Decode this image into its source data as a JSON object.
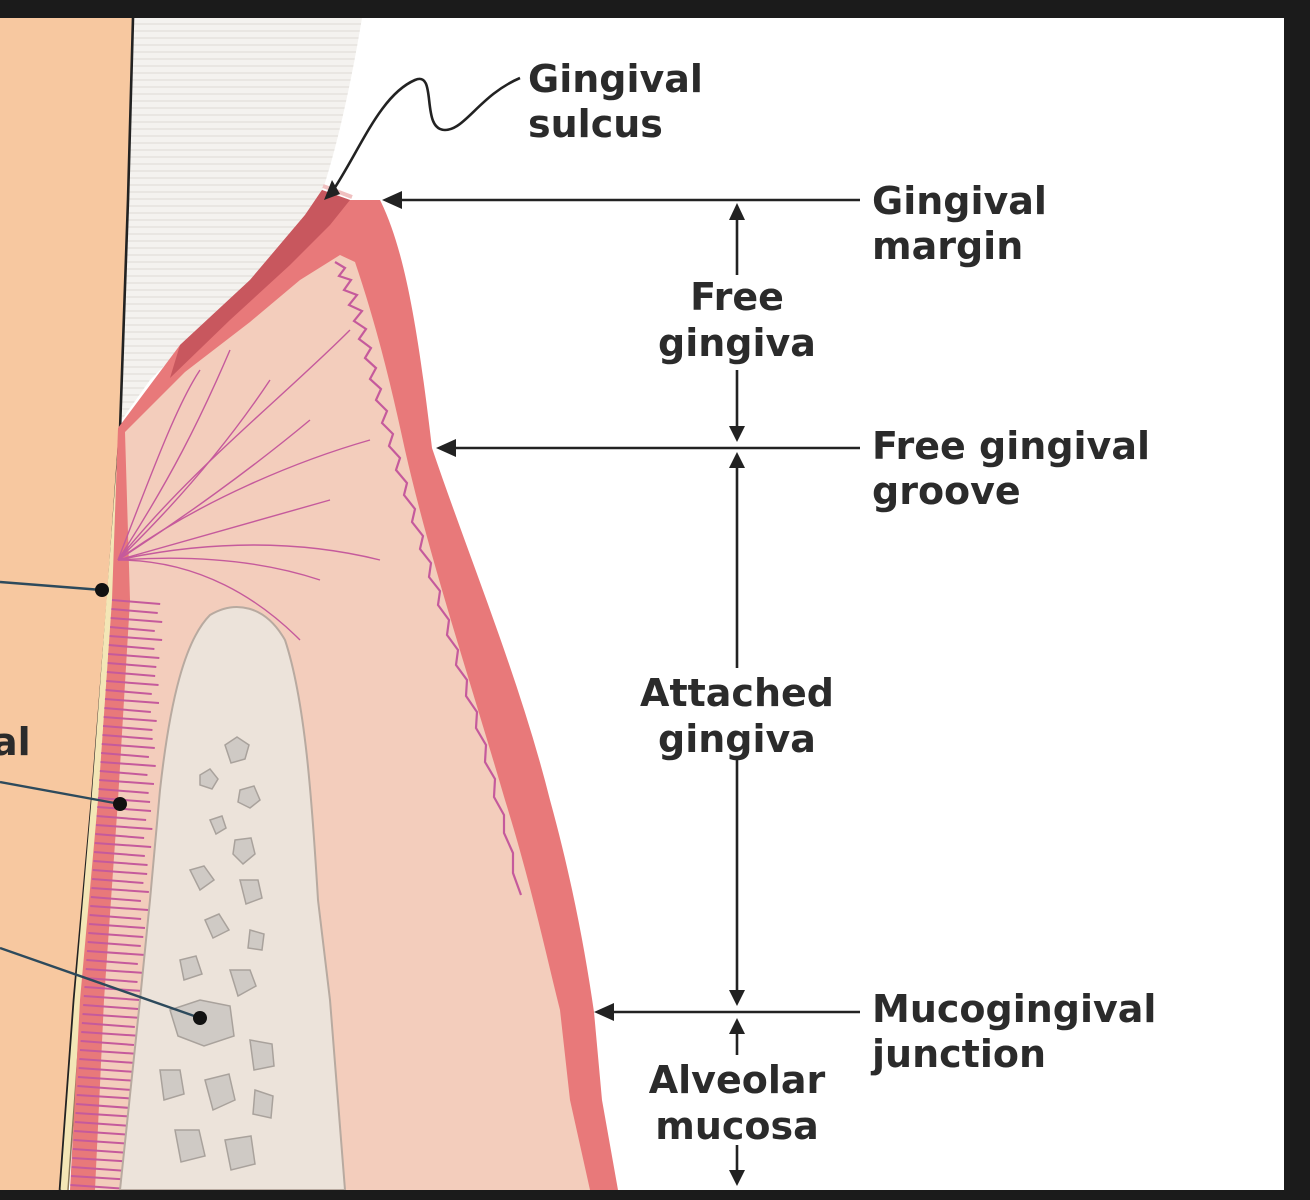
{
  "colors": {
    "tooth": "#f7c8a0",
    "gingiva_epithelium": "#e8797a",
    "connective_tissue": "#f3cdbc",
    "bone": "#ece3da",
    "bone_cavity": "#cfcac5",
    "pdl_fibers": "#c55a9c",
    "enamel_background": "#f4f2ef",
    "frame": "#1b1b1b"
  },
  "labels": {
    "gingival_sulcus": [
      "Gingival",
      "sulcus"
    ],
    "gingival_margin": [
      "Gingival",
      "margin"
    ],
    "free_gingiva": [
      "Free",
      "gingiva"
    ],
    "free_gingival_groove": [
      "Free gingival",
      "groove"
    ],
    "attached_gingiva": [
      "Attached",
      "gingiva"
    ],
    "mucogingival_junction": [
      "Mucogingival",
      "junction"
    ],
    "alveolar_mucosa": [
      "Alveolar",
      "mucosa"
    ],
    "cropped_left_label": "al"
  }
}
